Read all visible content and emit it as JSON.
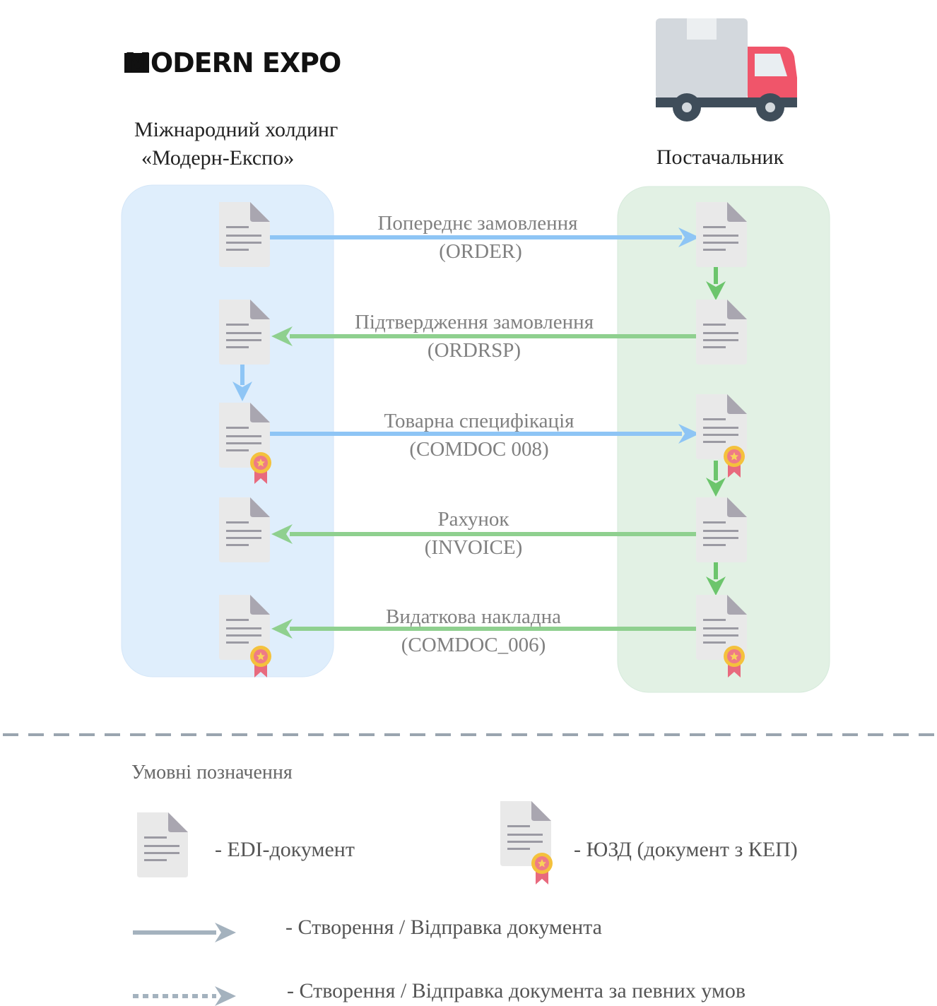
{
  "logo": {
    "text": "MODERN EXPO"
  },
  "left_party": {
    "line1": "Міжнародний холдинг",
    "line2": "«Модерн-Експо»",
    "panel_color": "#dfeefc"
  },
  "right_party": {
    "label": "Постачальник",
    "panel_color": "#e2f1e4"
  },
  "messages": [
    {
      "line1": "Попереднє замовлення",
      "line2": "(ORDER)",
      "direction": "to-supplier",
      "color": "#8ec5f5"
    },
    {
      "line1": "Підтвердження замовлення",
      "line2": "(ORDRSP)",
      "direction": "to-holding",
      "color": "#8fd08f"
    },
    {
      "line1": "Товарна специфікація",
      "line2": "(COMDOC 008)",
      "direction": "to-supplier",
      "color": "#8ec5f5"
    },
    {
      "line1": "Рахунок",
      "line2": "(INVOICE)",
      "direction": "to-holding",
      "color": "#8fd08f"
    },
    {
      "line1": "Видаткова накладна",
      "line2": "(COMDOC_006)",
      "direction": "to-holding",
      "color": "#8fd08f"
    }
  ],
  "legend": {
    "title": "Умовні позначення",
    "edi_document": "-  EDI-документ",
    "signed_document": "-  ЮЗД (документ з КЕП)",
    "solid_arrow": "-  Створення / Відправка документа",
    "dotted_arrow": "-  Створення / Відправка документа за певних умов"
  },
  "colors": {
    "blue_arrow": "#8ec5f5",
    "green_arrow": "#8fd08f",
    "legend_arrow": "#a4b2be",
    "truck_cab": "#f0556a",
    "truck_box": "#d3d8dd"
  },
  "icons": [
    "document-icon",
    "signed-document-icon",
    "truck-icon",
    "ribbon-badge-icon"
  ]
}
